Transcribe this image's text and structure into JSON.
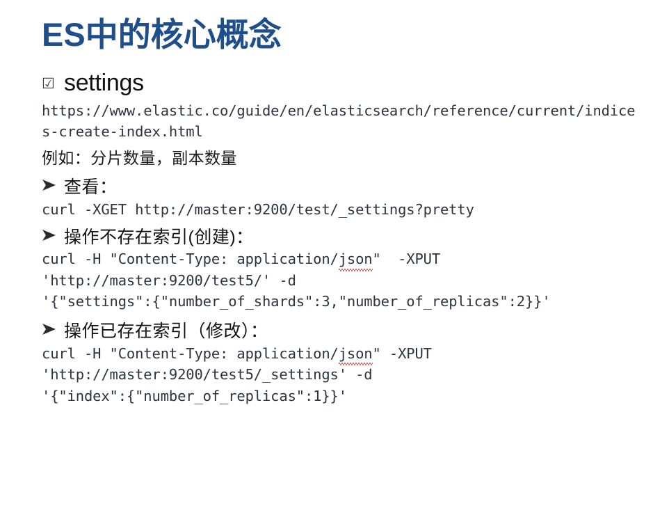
{
  "slide": {
    "title": "ES中的核心概念",
    "title_color": "#1F4E8C",
    "background_color": "#FFFFFF",
    "text_color": "#2B3440"
  },
  "heading": {
    "bullet_icon": "checkbox-checked-icon",
    "bullet_glyph": "☑",
    "text": "settings"
  },
  "reference": {
    "url": "https://www.elastic.co/guide/en/elasticsearch/reference/current/indices-create-index.html"
  },
  "note": {
    "text": "例如：分片数量，副本数量"
  },
  "sections": [
    {
      "bullet_icon": "arrow-bullet-icon",
      "bullet_glyph": "➢",
      "heading": "查看：",
      "lines": [
        "curl -XGET http://master:9200/test/_settings?pretty"
      ]
    },
    {
      "bullet_icon": "arrow-bullet-icon",
      "bullet_glyph": "➢",
      "heading": "操作不存在索引(创建)：",
      "lines": [
        "curl -H \"Content-Type: application/json\"  -XPUT",
        "'http://master:9200/test5/' -d",
        "'{\"settings\":{\"number_of_shards\":3,\"number_of_replicas\":2}}'"
      ],
      "misspelled_token": "json",
      "misspelled_color": "#D33B2E"
    },
    {
      "bullet_icon": "arrow-bullet-icon",
      "bullet_glyph": "➢",
      "heading": "操作已存在索引（修改）：",
      "lines": [
        "curl -H \"Content-Type: application/json\" -XPUT",
        "'http://master:9200/test5/_settings' -d",
        "'{\"index\":{\"number_of_replicas\":1}}'"
      ],
      "misspelled_token": "json",
      "misspelled_color": "#D33B2E"
    }
  ]
}
